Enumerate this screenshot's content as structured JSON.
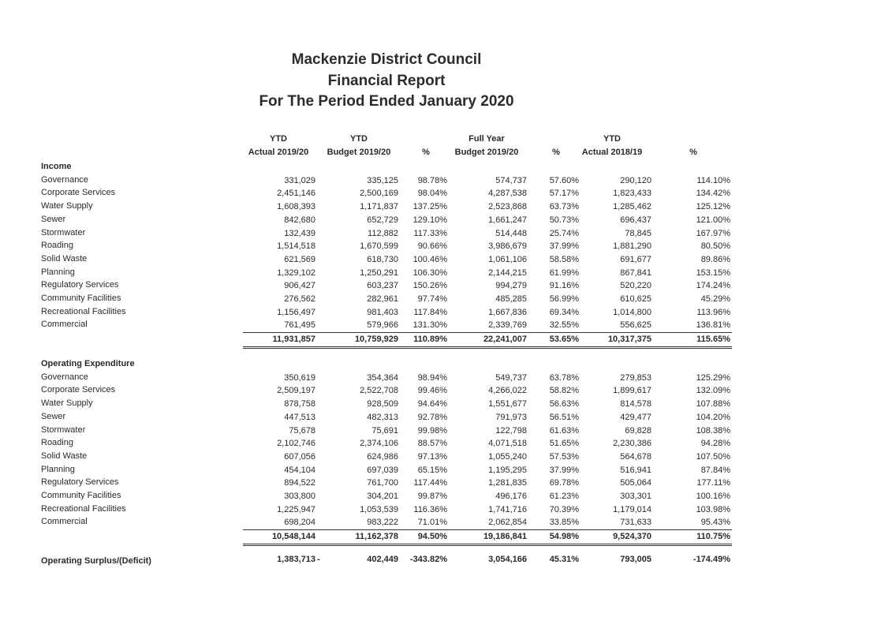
{
  "report": {
    "title_line1": "Mackenzie District Council",
    "title_line2": "Financial Report",
    "title_line3": "For The Period Ended January 2020"
  },
  "columns": [
    {
      "line1": "YTD",
      "line2": "Actual 2019/20"
    },
    {
      "line1": "YTD",
      "line2": "Budget 2019/20"
    },
    {
      "line1": "",
      "line2": "%"
    },
    {
      "line1": "Full Year",
      "line2": "Budget 2019/20"
    },
    {
      "line1": "",
      "line2": "%"
    },
    {
      "line1": "YTD",
      "line2": "Actual 2018/19"
    },
    {
      "line1": "",
      "line2": "%"
    }
  ],
  "income": {
    "heading": "Income",
    "rows": [
      {
        "label": "Governance",
        "v": [
          "331,029",
          "335,125",
          "98.78%",
          "574,737",
          "57.60%",
          "290,120",
          "114.10%"
        ]
      },
      {
        "label": "Corporate Services",
        "v": [
          "2,451,146",
          "2,500,169",
          "98.04%",
          "4,287,538",
          "57.17%",
          "1,823,433",
          "134.42%"
        ]
      },
      {
        "label": "Water Supply",
        "v": [
          "1,608,393",
          "1,171,837",
          "137.25%",
          "2,523,868",
          "63.73%",
          "1,285,462",
          "125.12%"
        ]
      },
      {
        "label": "Sewer",
        "v": [
          "842,680",
          "652,729",
          "129.10%",
          "1,661,247",
          "50.73%",
          "696,437",
          "121.00%"
        ]
      },
      {
        "label": "Stormwater",
        "v": [
          "132,439",
          "112,882",
          "117.33%",
          "514,448",
          "25.74%",
          "78,845",
          "167.97%"
        ]
      },
      {
        "label": "Roading",
        "v": [
          "1,514,518",
          "1,670,599",
          "90.66%",
          "3,986,679",
          "37.99%",
          "1,881,290",
          "80.50%"
        ]
      },
      {
        "label": "Solid Waste",
        "v": [
          "621,569",
          "618,730",
          "100.46%",
          "1,061,106",
          "58.58%",
          "691,677",
          "89.86%"
        ]
      },
      {
        "label": "Planning",
        "v": [
          "1,329,102",
          "1,250,291",
          "106.30%",
          "2,144,215",
          "61.99%",
          "867,841",
          "153.15%"
        ]
      },
      {
        "label": "Regulatory Services",
        "v": [
          "906,427",
          "603,237",
          "150.26%",
          "994,279",
          "91.16%",
          "520,220",
          "174.24%"
        ]
      },
      {
        "label": "Community Facilities",
        "v": [
          "276,562",
          "282,961",
          "97.74%",
          "485,285",
          "56.99%",
          "610,625",
          "45.29%"
        ]
      },
      {
        "label": "Recreational Facilities",
        "v": [
          "1,156,497",
          "981,403",
          "117.84%",
          "1,667,836",
          "69.34%",
          "1,014,800",
          "113.96%"
        ]
      },
      {
        "label": "Commercial",
        "v": [
          "761,495",
          "579,966",
          "131.30%",
          "2,339,769",
          "32.55%",
          "556,625",
          "136.81%"
        ]
      }
    ],
    "total": [
      "11,931,857",
      "10,759,929",
      "110.89%",
      "22,241,007",
      "53.65%",
      "10,317,375",
      "115.65%"
    ]
  },
  "expenditure": {
    "heading": "Operating Expenditure",
    "rows": [
      {
        "label": "Governance",
        "v": [
          "350,619",
          "354,364",
          "98.94%",
          "549,737",
          "63.78%",
          "279,853",
          "125.29%"
        ]
      },
      {
        "label": "Corporate Services",
        "v": [
          "2,509,197",
          "2,522,708",
          "99.46%",
          "4,266,022",
          "58.82%",
          "1,899,617",
          "132.09%"
        ]
      },
      {
        "label": "Water Supply",
        "v": [
          "878,758",
          "928,509",
          "94.64%",
          "1,551,677",
          "56.63%",
          "814,578",
          "107.88%"
        ]
      },
      {
        "label": "Sewer",
        "v": [
          "447,513",
          "482,313",
          "92.78%",
          "791,973",
          "56.51%",
          "429,477",
          "104.20%"
        ]
      },
      {
        "label": "Stormwater",
        "v": [
          "75,678",
          "75,691",
          "99.98%",
          "122,798",
          "61.63%",
          "69,828",
          "108.38%"
        ]
      },
      {
        "label": "Roading",
        "v": [
          "2,102,746",
          "2,374,106",
          "88.57%",
          "4,071,518",
          "51.65%",
          "2,230,386",
          "94.28%"
        ]
      },
      {
        "label": "Solid Waste",
        "v": [
          "607,056",
          "624,986",
          "97.13%",
          "1,055,240",
          "57.53%",
          "564,678",
          "107.50%"
        ]
      },
      {
        "label": "Planning",
        "v": [
          "454,104",
          "697,039",
          "65.15%",
          "1,195,295",
          "37.99%",
          "516,941",
          "87.84%"
        ]
      },
      {
        "label": "Regulatory Services",
        "v": [
          "894,522",
          "761,700",
          "117.44%",
          "1,281,835",
          "69.78%",
          "505,064",
          "177.11%"
        ]
      },
      {
        "label": "Community Facilities",
        "v": [
          "303,800",
          "304,201",
          "99.87%",
          "496,176",
          "61.23%",
          "303,301",
          "100.16%"
        ]
      },
      {
        "label": "Recreational Facilities",
        "v": [
          "1,225,947",
          "1,053,539",
          "116.36%",
          "1,741,716",
          "70.39%",
          "1,179,014",
          "103.98%"
        ]
      },
      {
        "label": "Commercial",
        "v": [
          "698,204",
          "983,222",
          "71.01%",
          "2,062,854",
          "33.85%",
          "731,633",
          "95.43%"
        ]
      }
    ],
    "total": [
      "10,548,144",
      "11,162,378",
      "94.50%",
      "19,186,841",
      "54.98%",
      "9,524,370",
      "110.75%"
    ]
  },
  "surplus": {
    "label": "Operating Surplus/(Deficit)",
    "dash": "-",
    "v": [
      "1,383,713",
      "402,449",
      "-343.82%",
      "3,054,166",
      "45.31%",
      "793,005",
      "-174.49%"
    ]
  }
}
